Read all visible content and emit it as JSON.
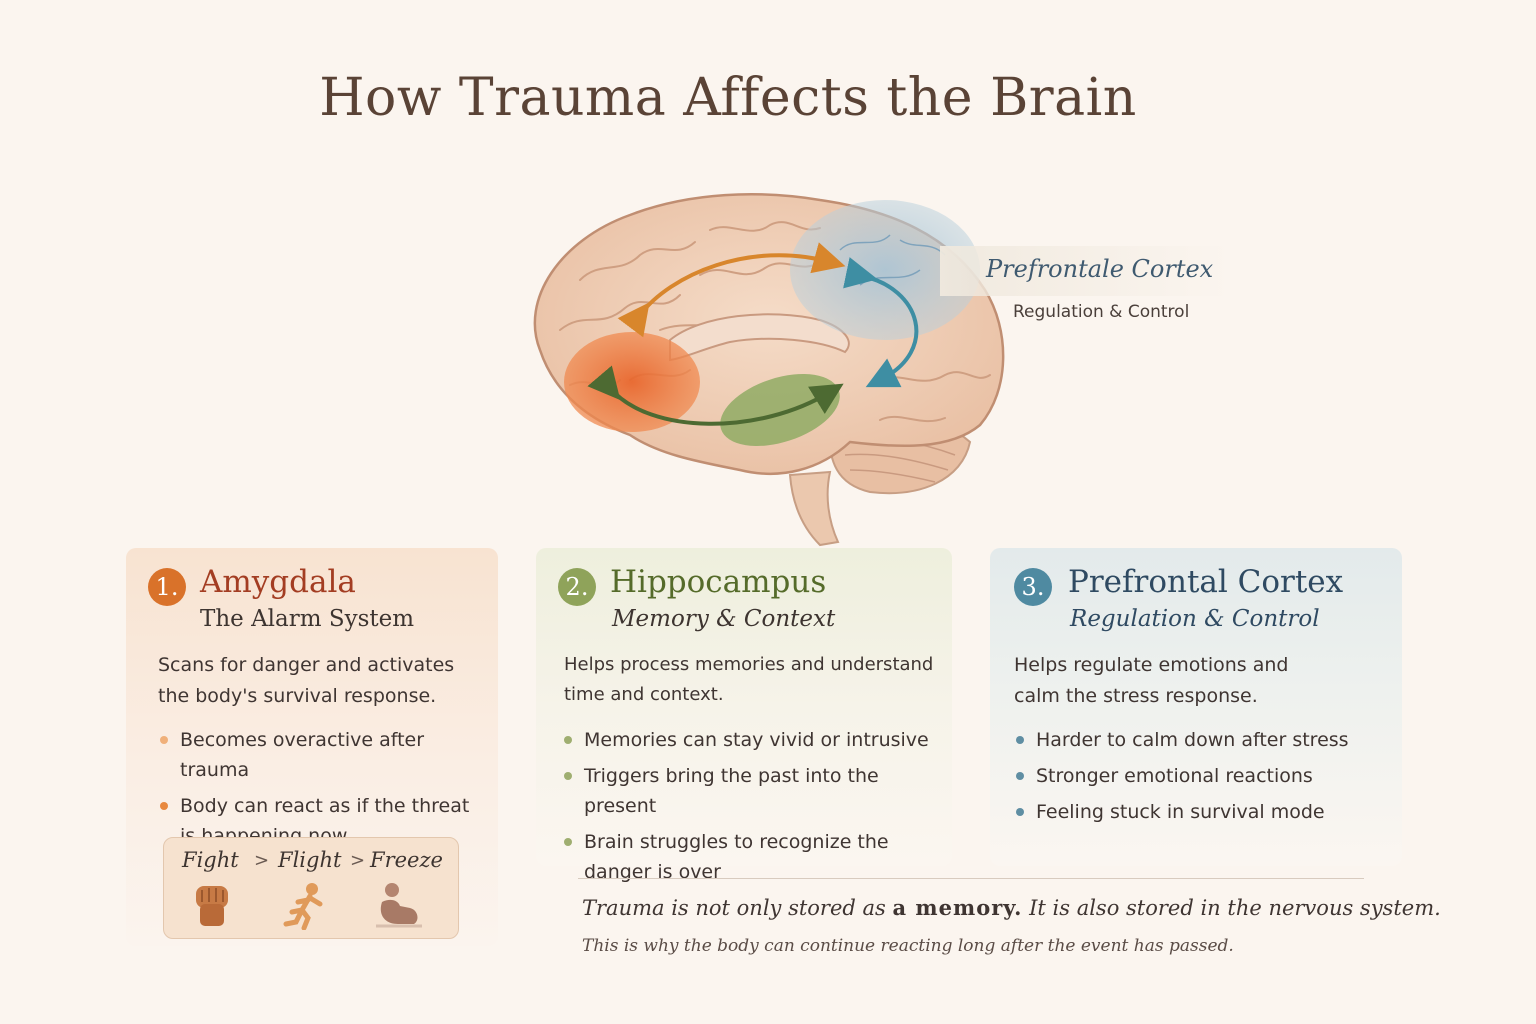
{
  "title": "How Trauma Affects the Brain",
  "brain_label": {
    "name": "Prefrontale Cortex",
    "subtitle": "Regulation & Control"
  },
  "colors": {
    "amygdala": "#d9722a",
    "hippocampus": "#8fa35a",
    "prefrontal": "#4f8aa1",
    "title": "#5a4336"
  },
  "cards": [
    {
      "number": "1.",
      "title": "Amygdala",
      "subtitle": "The Alarm System",
      "desc_lines": [
        "Scans for danger and activates",
        "the body's survival response."
      ],
      "bullets": [
        {
          "lines": [
            "Becomes overactive after trauma"
          ]
        },
        {
          "lines": [
            "Body can react as if the threat",
            "is happening now"
          ]
        }
      ]
    },
    {
      "number": "2.",
      "title": "Hippocampus",
      "subtitle": "Memory & Context",
      "desc_lines": [
        "Helps process memories and understand",
        "time and context."
      ],
      "bullets": [
        {
          "lines": [
            "Memories can stay vivid or intrusive"
          ]
        },
        {
          "lines": [
            "Triggers bring the past into the present"
          ]
        },
        {
          "lines": [
            "Brain struggles to recognize the",
            "danger is over"
          ]
        }
      ]
    },
    {
      "number": "3.",
      "title": "Prefrontal Cortex",
      "subtitle": "Regulation & Control",
      "desc_lines": [
        "Helps regulate emotions and",
        "calm the stress response."
      ],
      "bullets": [
        {
          "lines": [
            "Harder to calm down after stress"
          ]
        },
        {
          "lines": [
            "Stronger emotional reactions"
          ]
        },
        {
          "lines": [
            "Feeling stuck in survival mode"
          ]
        }
      ]
    }
  ],
  "responses": {
    "fight": "Fight",
    "flight": "Flight",
    "freeze": "Freeze",
    "separator": ">",
    "icons": [
      "fist-icon",
      "running-person-icon",
      "crouching-person-icon"
    ]
  },
  "footer": {
    "quote_part1": "Trauma is not only stored as",
    "quote_emph": "a memory.",
    "quote_part2": "It is also stored in the nervous system.",
    "sub": "This is why the body can continue reacting long after the event has passed."
  }
}
